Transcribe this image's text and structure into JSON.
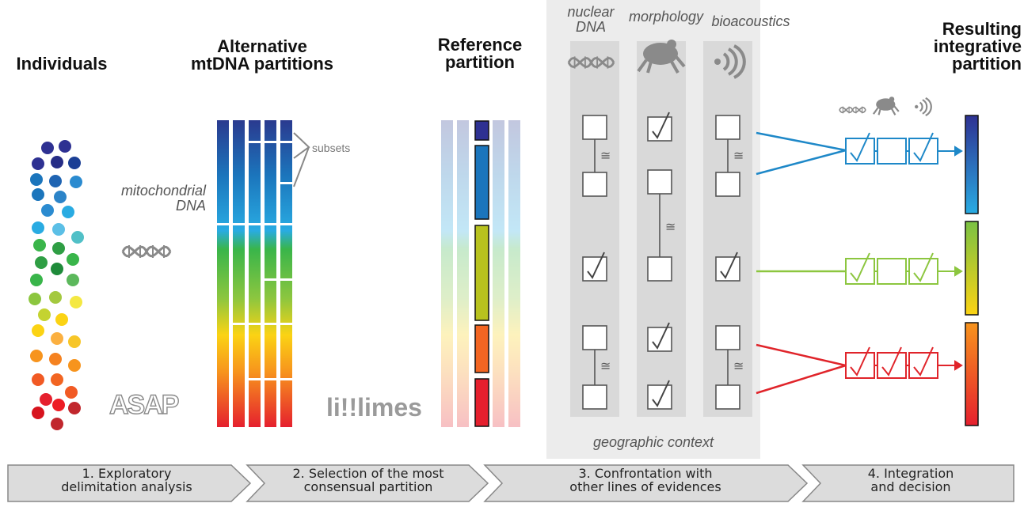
{
  "headings": {
    "individuals": "Individuals",
    "alternative_line1": "Alternative",
    "alternative_line2": "mtDNA partitions",
    "reference_line1": "Reference",
    "reference_line2": "partition",
    "resulting_line1": "Resulting",
    "resulting_line2": "integrative",
    "resulting_line3": "partition"
  },
  "evidence_columns": {
    "nuclear_line1": "nuclear",
    "nuclear_line2": "DNA",
    "morphology": "morphology",
    "bioacoustics": "bioacoustics"
  },
  "labels": {
    "mito_line1": "mitochondrial",
    "mito_line2": "DNA",
    "subsets": "subsets",
    "geographic_context": "geographic context",
    "asap": "ASAP",
    "limes": "limes"
  },
  "steps": [
    {
      "line1": "1. Exploratory",
      "line2": "delimitation analysis"
    },
    {
      "line1": "2. Selection of the most",
      "line2": "consensual partition"
    },
    {
      "line1": "3. Confrontation with",
      "line2": "other lines of evidences"
    },
    {
      "line1": "4. Integration",
      "line2": "and decision"
    }
  ],
  "colors": {
    "blue": "#1e88c8",
    "green": "#8cc63f",
    "red": "#e0242a",
    "panel": "#ededed",
    "step": "#dcdcdc"
  },
  "icons": [
    "dna-helix-icon",
    "frog-icon",
    "sound-wave-icon",
    "checkmark-icon",
    "approx-equal-icon"
  ]
}
